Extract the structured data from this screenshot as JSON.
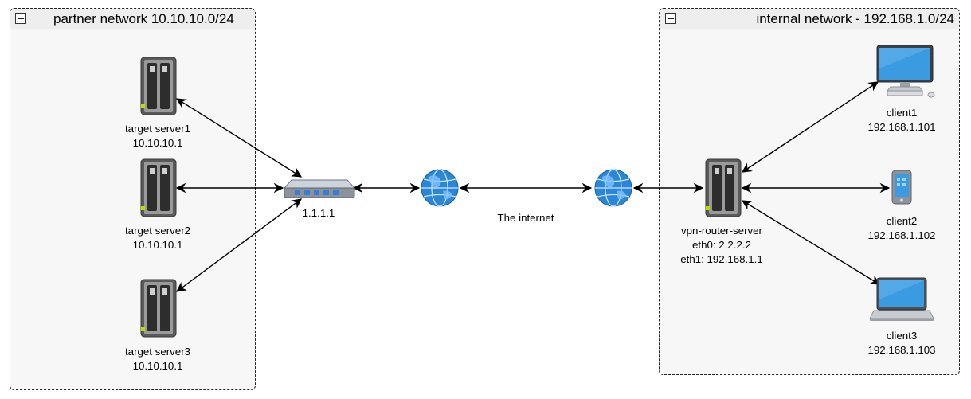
{
  "groups": {
    "partner": {
      "title": "partner network 10.10.10.0/24"
    },
    "internal": {
      "title": "internal network - 192.168.1.0/24"
    }
  },
  "nodes": {
    "server1": {
      "name": "target server1",
      "ip": "10.10.10.1",
      "icon": "server-icon"
    },
    "server2": {
      "name": "target server2",
      "ip": "10.10.10.1",
      "icon": "server-icon"
    },
    "server3": {
      "name": "target server3",
      "ip": "10.10.10.1",
      "icon": "server-icon"
    },
    "switch": {
      "name": "1.1.1.1",
      "icon": "network-switch-icon"
    },
    "internet_label": "The internet",
    "vpn": {
      "name": "vpn-router-server",
      "eth0": "eth0: 2.2.2.2",
      "eth1": "eth1: 192.168.1.1",
      "icon": "server-icon"
    },
    "client1": {
      "name": "client1",
      "ip": "192.168.1.101",
      "icon": "desktop-computer-icon"
    },
    "client2": {
      "name": "client2",
      "ip": "192.168.1.102",
      "icon": "mobile-phone-icon"
    },
    "client3": {
      "name": "client3",
      "ip": "192.168.1.103",
      "icon": "laptop-icon"
    }
  },
  "colors": {
    "globe": "#2a86d8",
    "screen": "#3b9be0",
    "server_body": "#5a5a5a",
    "led": "#b6e000"
  }
}
